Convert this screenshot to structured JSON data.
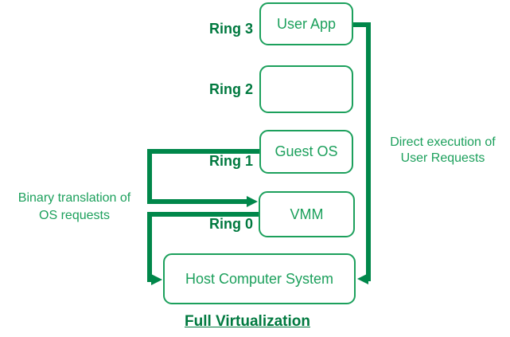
{
  "diagram": {
    "title": "Full Virtualization",
    "rings": [
      {
        "label": "Ring 3",
        "box": "User App"
      },
      {
        "label": "Ring 2",
        "box": ""
      },
      {
        "label": "Ring 1",
        "box": "Guest OS"
      },
      {
        "label": "Ring 0",
        "box": "VMM"
      }
    ],
    "host_box": "Host Computer System",
    "annotations": {
      "left": "Binary translation of\nOS requests",
      "right": "Direct execution of\nUser Requests"
    },
    "colors": {
      "background": "#ffffff",
      "box_border": "#1ca05c",
      "box_text": "#1ca05c",
      "connector": "#00874a",
      "ring_label": "#00793f",
      "annotation_text": "#1ca05c",
      "title_text": "#00793f"
    }
  }
}
